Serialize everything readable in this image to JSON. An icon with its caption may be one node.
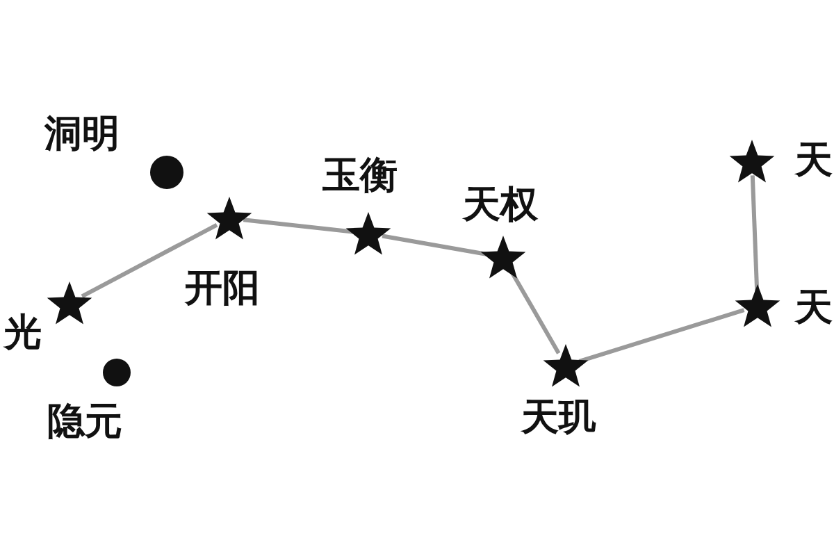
{
  "diagram": {
    "nodes": [
      {
        "text": [
          "光"
        ]
      },
      {
        "text": [
          "开阳"
        ]
      },
      {
        "text": [
          "玉衡"
        ]
      },
      {
        "text": [
          "天权"
        ]
      },
      {
        "text": [
          "天玑"
        ]
      },
      {
        "text": [
          "天"
        ]
      },
      {
        "text": [
          "天"
        ]
      },
      {
        "text": [
          "洞明"
        ]
      },
      {
        "text": [
          "隐元"
        ]
      }
    ],
    "edges": [
      {
        "from": 0,
        "to": 1,
        "arrow": "none"
      },
      {
        "from": 1,
        "to": 2,
        "arrow": "none"
      },
      {
        "from": 2,
        "to": 3,
        "arrow": "none"
      },
      {
        "from": 3,
        "to": 4,
        "arrow": "none"
      },
      {
        "from": 4,
        "to": 5,
        "arrow": "none"
      },
      {
        "from": 5,
        "to": 6,
        "arrow": "none"
      }
    ]
  }
}
